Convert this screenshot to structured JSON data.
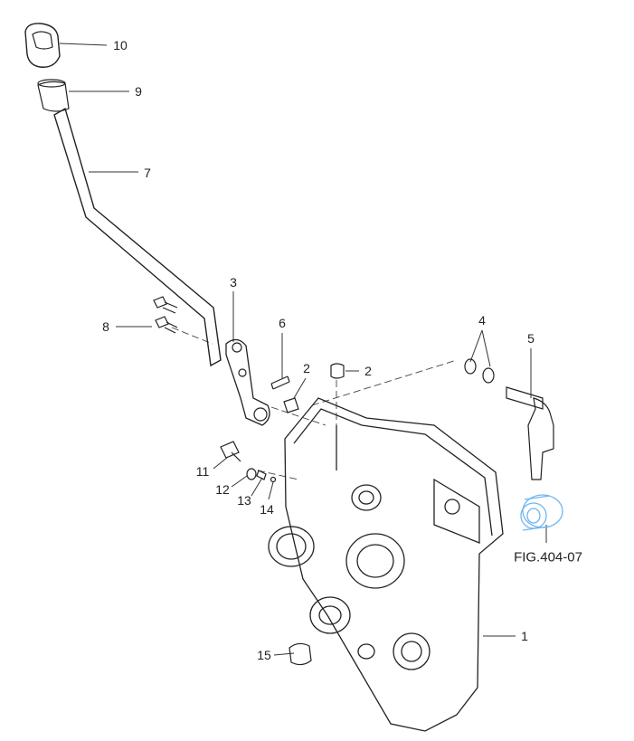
{
  "diagram": {
    "callouts": [
      {
        "id": "c10",
        "text": "10"
      },
      {
        "id": "c9",
        "text": "9"
      },
      {
        "id": "c7",
        "text": "7"
      },
      {
        "id": "c3",
        "text": "3"
      },
      {
        "id": "c8",
        "text": "8"
      },
      {
        "id": "c6",
        "text": "6"
      },
      {
        "id": "c2a",
        "text": "2"
      },
      {
        "id": "c2b",
        "text": "2"
      },
      {
        "id": "c4",
        "text": "4"
      },
      {
        "id": "c5",
        "text": "5"
      },
      {
        "id": "c11",
        "text": "11"
      },
      {
        "id": "c12",
        "text": "12"
      },
      {
        "id": "c13",
        "text": "13"
      },
      {
        "id": "c14",
        "text": "14"
      },
      {
        "id": "c1",
        "text": "1"
      },
      {
        "id": "c15",
        "text": "15"
      }
    ],
    "figure_reference": "FIG.404-07",
    "highlight_color": "#6fb4f0"
  }
}
